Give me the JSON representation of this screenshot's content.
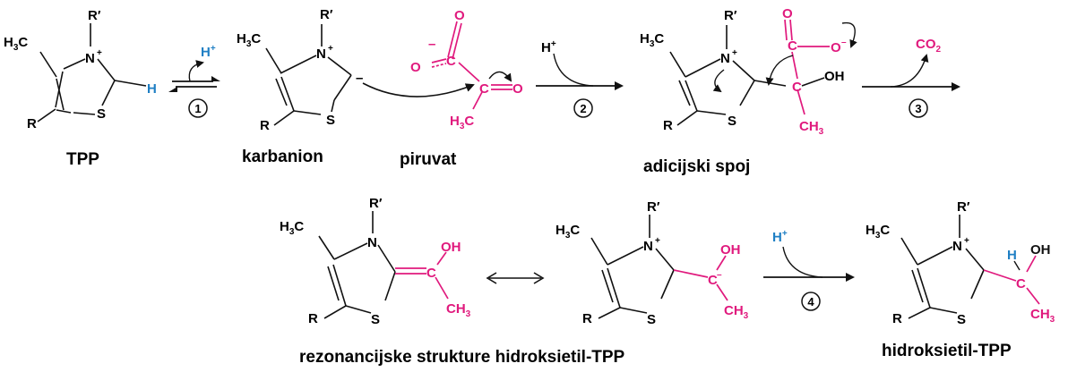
{
  "colors": {
    "black": "#111111",
    "magenta": "#e0197d",
    "blue": "#1f7fc4"
  },
  "atoms": {
    "me": "H",
    "me_sub": "3",
    "me_c": "C",
    "n": "N",
    "plus": "+",
    "rprime": "R′",
    "r": "R",
    "s": "S",
    "h": "H",
    "c": "C",
    "o": "O",
    "oh": "OH",
    "ch": "CH",
    "ch_sub": "3",
    "minus": "–",
    "co": "CO",
    "co_sub": "2",
    "hplus": "H",
    "hplus_sup": "+"
  },
  "captions": {
    "tpp": "TPP",
    "karbanion": "karbanion",
    "piruvat": "piruvat",
    "adicijski": "adicijski spoj",
    "rezonancijske": "rezonancijske strukture hidroksietil-TPP",
    "hidroksietil": "hidroksietil-TPP"
  },
  "steps": [
    "1",
    "2",
    "3",
    "4"
  ]
}
